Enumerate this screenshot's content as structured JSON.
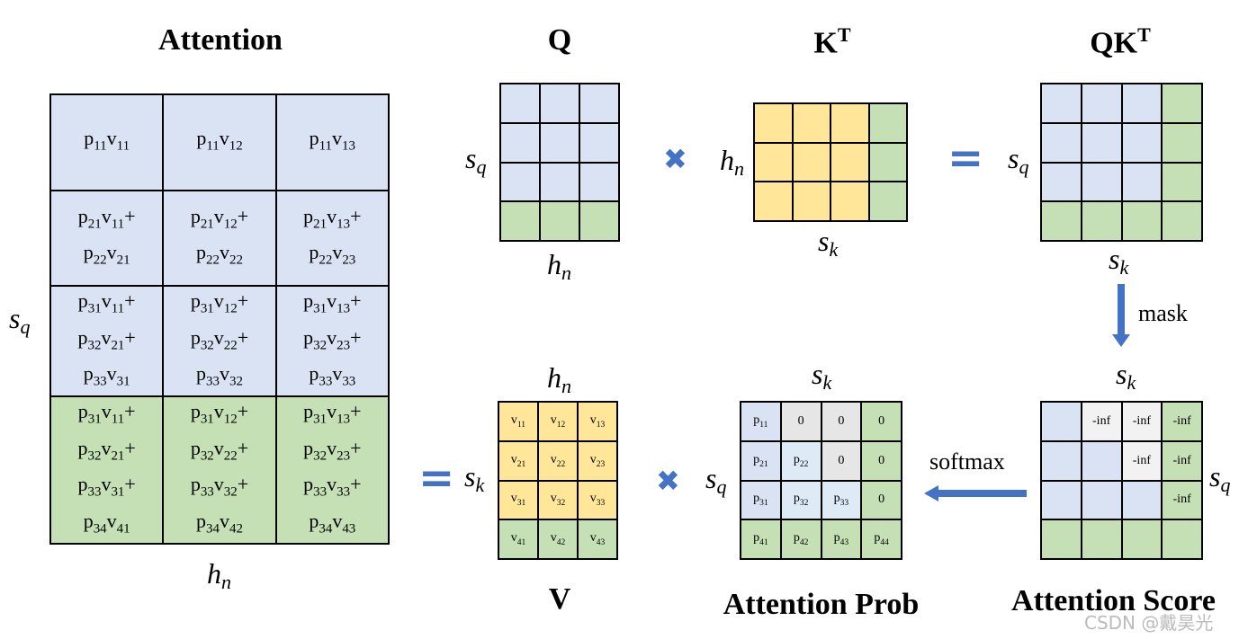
{
  "titles": {
    "attention": "Attention",
    "q": "Q",
    "kt": "K",
    "kt_sup": "T",
    "qkt": "QK",
    "qkt_sup": "T",
    "v": "V",
    "attention_prob": "Attention Prob",
    "attention_score": "Attention Score"
  },
  "symbols": {
    "s": "s",
    "h": "h",
    "q_sub": "q",
    "k_sub": "k",
    "n_sub": "n"
  },
  "operators": {
    "times": "✖",
    "equals": "="
  },
  "arrows": {
    "mask": "mask",
    "softmax": "softmax"
  },
  "attention_cells": [
    [
      "p11v11",
      "p11v12",
      "p11v13"
    ],
    [
      "p21v11+\np22v21",
      "p21v12+\np22v22",
      "p21v13+\np22v23"
    ],
    [
      "p31v11+\np32v21+\np33v31",
      "p31v12+\np32v22+\np33v32",
      "p31v13+\np32v23+\np33v33"
    ],
    [
      "p31v11+\np32v21+\np33v31+\np34v41",
      "p31v12+\np32v22+\np33v32+\np34v42",
      "p31v13+\np32v23+\np33v33+\np34v43"
    ]
  ],
  "v_cells": [
    [
      "v11",
      "v12",
      "v13"
    ],
    [
      "v21",
      "v22",
      "v23"
    ],
    [
      "v31",
      "v32",
      "v33"
    ],
    [
      "v41",
      "v42",
      "v43"
    ]
  ],
  "prob_cells": [
    [
      "p11",
      "0",
      "0",
      "0"
    ],
    [
      "p21",
      "p22",
      "0",
      "0"
    ],
    [
      "p31",
      "p32",
      "p33",
      "0"
    ],
    [
      "p41",
      "p42",
      "p43",
      "p44"
    ]
  ],
  "score_cells": [
    [
      "",
      "-inf",
      "-inf",
      "-inf"
    ],
    [
      "",
      "",
      "-inf",
      "-inf"
    ],
    [
      "",
      "",
      "",
      "-inf"
    ],
    [
      "",
      "",
      "",
      ""
    ]
  ],
  "watermark": "CSDN @戴昊光",
  "colors": {
    "blue": "#dae3f3",
    "green": "#c5e0b4",
    "yellow": "#ffe699",
    "arrow": "#4472c4"
  }
}
